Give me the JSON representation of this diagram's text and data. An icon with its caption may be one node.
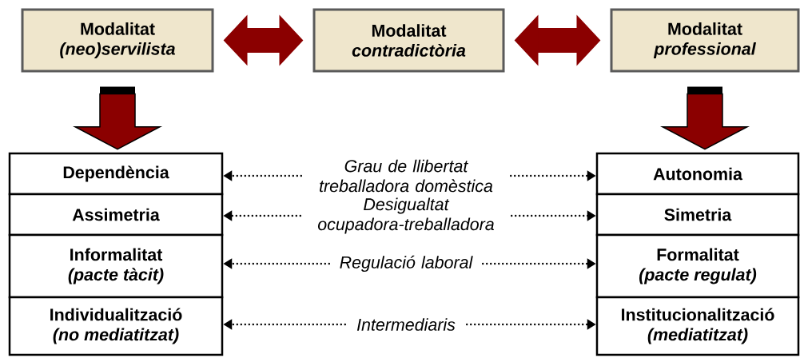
{
  "diagram": {
    "nodes": [
      {
        "text": [
          "Modalitat",
          "(neo)servilista"
        ]
      },
      {
        "text": [
          "Modalitat",
          "contradictòria"
        ]
      },
      {
        "text": [
          "Modalitat",
          "professional"
        ]
      },
      {
        "text": [
          "Dependència"
        ]
      },
      {
        "text": [
          "Assimetria"
        ]
      },
      {
        "text": [
          "Informalitat",
          "(pacte tàcit)"
        ]
      },
      {
        "text": [
          "Individualització",
          "(no mediatitzat)"
        ]
      },
      {
        "text": [
          "Autonomia"
        ]
      },
      {
        "text": [
          "Simetria"
        ]
      },
      {
        "text": [
          "Formalitat",
          "(pacte regulat)"
        ]
      },
      {
        "text": [
          "Institucionalització",
          "(mediatitzat)"
        ]
      },
      {
        "text": [
          "Grau de llibertat treballadora domèstica"
        ]
      },
      {
        "text": [
          "Desigualtat ocupadora-treballadora"
        ]
      },
      {
        "text": [
          "Regulació laboral"
        ]
      },
      {
        "text": [
          "Intermediaris"
        ]
      }
    ],
    "edges": [
      {
        "from": 0,
        "to": 1,
        "arrow": "both",
        "style": "thick",
        "color": "#8b0000"
      },
      {
        "from": 1,
        "to": 2,
        "arrow": "both",
        "style": "thick",
        "color": "#8b0000"
      },
      {
        "from": 0,
        "to": 3,
        "arrow": "to",
        "style": "thick",
        "color": "#8b0000"
      },
      {
        "from": 2,
        "to": 7,
        "arrow": "to",
        "style": "thick",
        "color": "#8b0000"
      },
      {
        "from": 11,
        "to": 3,
        "arrow": "to",
        "style": "dashed"
      },
      {
        "from": 11,
        "to": 7,
        "arrow": "to",
        "style": "dashed"
      },
      {
        "from": 12,
        "to": 4,
        "arrow": "to",
        "style": "dashed"
      },
      {
        "from": 12,
        "to": 8,
        "arrow": "to",
        "style": "dashed"
      },
      {
        "from": 13,
        "to": 5,
        "arrow": "to",
        "style": "dashed"
      },
      {
        "from": 13,
        "to": 9,
        "arrow": "to",
        "style": "dashed"
      },
      {
        "from": 14,
        "to": 6,
        "arrow": "to",
        "style": "dashed"
      },
      {
        "from": 14,
        "to": 10,
        "arrow": "to",
        "style": "dashed"
      }
    ]
  }
}
